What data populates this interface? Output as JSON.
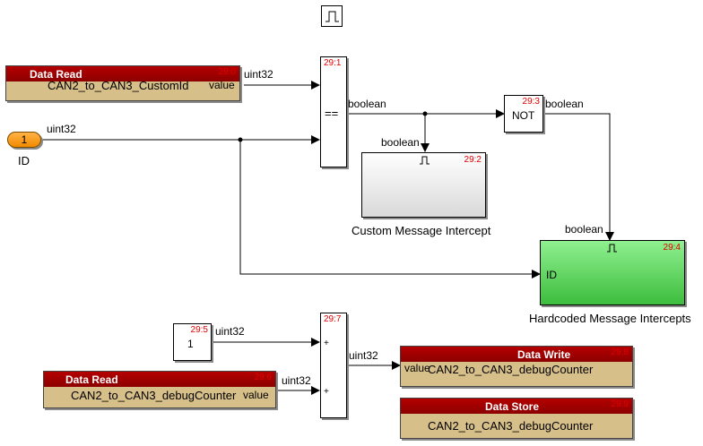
{
  "top_icon": "pulse-icon",
  "inport": {
    "number": "1",
    "name": "ID"
  },
  "read_custom_id": {
    "title": "Data Read",
    "store_name": "CAN2_to_CAN3_CustomId",
    "port_label": "value",
    "order": "29:0"
  },
  "equal_block": {
    "operator": "==",
    "order": "29:1"
  },
  "not_block": {
    "label": "NOT",
    "order": "29:3"
  },
  "custom_intercept": {
    "name": "Custom Message Intercept",
    "order": "29:2",
    "icon": "pulse-icon"
  },
  "hardcoded_intercepts": {
    "name": "Hardcoded Message Intercepts",
    "order": "29:4",
    "port_label": "ID",
    "icon": "pulse-icon",
    "color": "#7be07b"
  },
  "constant_block": {
    "value": "1",
    "order": "29:5"
  },
  "read_debug_counter": {
    "title": "Data Read",
    "store_name": "CAN2_to_CAN3_debugCounter",
    "port_label": "value",
    "order": "29:6"
  },
  "sum_block": {
    "order": "29:7",
    "sign1": "+",
    "sign2": "+"
  },
  "write_debug_counter": {
    "title": "Data Write",
    "store_name": "CAN2_to_CAN3_debugCounter",
    "port_label": "value",
    "order": "29:8"
  },
  "store_debug_counter": {
    "title": "Data Store",
    "store_name": "CAN2_to_CAN3_debugCounter",
    "order": "29:9"
  },
  "signal_labels": {
    "custom_id_out": "uint32",
    "id_in": "uint32",
    "eq_out": "boolean",
    "intercept_in": "boolean",
    "not_out": "boolean",
    "hardcoded_in": "boolean",
    "const_out": "uint32",
    "debug_read_out": "uint32",
    "sum_out": "uint32"
  }
}
